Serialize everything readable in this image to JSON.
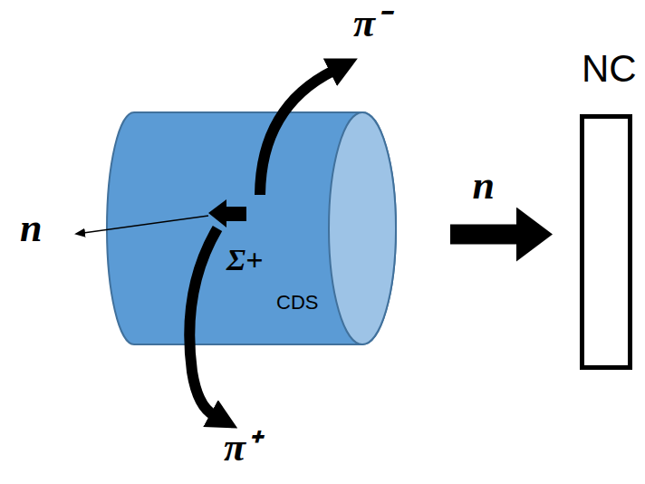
{
  "diagram": {
    "nodes": [
      {
        "text": [
          "Σ+",
          "CDS"
        ]
      },
      {
        "text": [
          "NC"
        ]
      }
    ],
    "edges": [
      {
        "from": 0,
        "to": 1,
        "arrow": "to",
        "label": "n"
      }
    ],
    "labels": [
      "π⁻",
      "π⁺",
      "n"
    ]
  }
}
